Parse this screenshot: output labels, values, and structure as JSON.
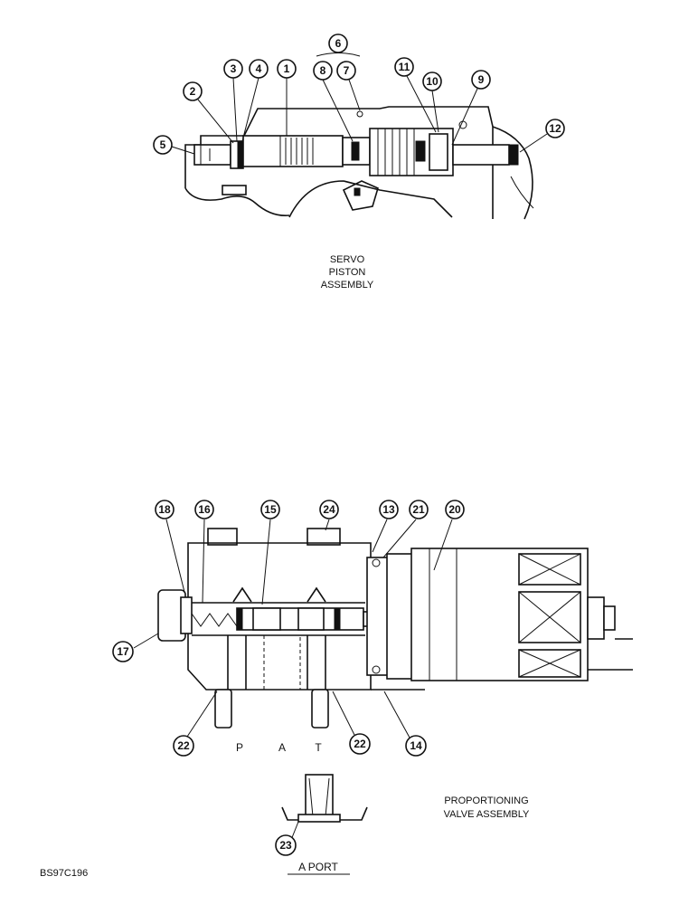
{
  "servo": {
    "caption_lines": [
      "SERVO",
      "PISTON",
      "ASSEMBLY"
    ],
    "callouts": {
      "c1": "1",
      "c2": "2",
      "c3": "3",
      "c4": "4",
      "c5": "5",
      "c6": "6",
      "c7": "7",
      "c8": "8",
      "c9": "9",
      "c10": "10",
      "c11": "11",
      "c12": "12"
    }
  },
  "valve": {
    "caption_lines": [
      "PROPORTIONING",
      "VALVE ASSEMBLY"
    ],
    "callouts": {
      "c13": "13",
      "c14": "14",
      "c15": "15",
      "c16": "16",
      "c17": "17",
      "c18": "18",
      "c20": "20",
      "c21": "21",
      "c22a": "22",
      "c22b": "22",
      "c24": "24"
    },
    "ports": {
      "p": "P",
      "a": "A",
      "t": "T"
    }
  },
  "aport": {
    "callout": "23",
    "label": "A PORT"
  },
  "figure_code": "BS97C196"
}
